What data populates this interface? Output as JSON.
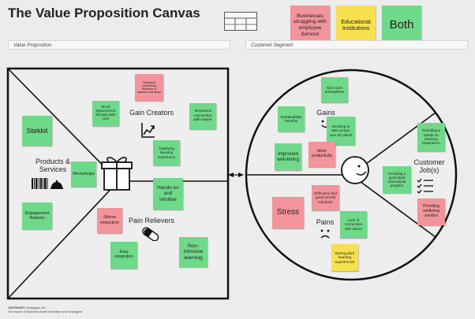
{
  "title": "The Value Proposition Canvas",
  "strips": {
    "left": "Value Proposition",
    "right": "Customer Segment"
  },
  "legend": [
    {
      "text": "Businesses struggling with employee burnout",
      "color": "pink"
    },
    {
      "text": "Educational Institutions",
      "color": "yellow"
    },
    {
      "text": "Both",
      "color": "green"
    }
  ],
  "value_map": {
    "products_label": "Products & Services",
    "gain_creators_label": "Gain Creators",
    "pain_relievers_label": "Pain Relievers",
    "products_notes": [
      {
        "text": "Stekkit",
        "color": "green"
      },
      {
        "text": "Workshops",
        "color": "green"
      },
      {
        "text": "Engagement Natures",
        "color": "green"
      }
    ],
    "gain_creators_notes": [
      {
        "text": "Increased productivity because of reduced sick leave",
        "color": "pink"
      },
      {
        "text": "Mood improvement through plant care",
        "color": "green"
      },
      {
        "text": "Increased connection with nature",
        "color": "green"
      },
      {
        "text": "Satisfying learning experience",
        "color": "green"
      }
    ],
    "pain_relievers_notes": [
      {
        "text": "Hands-on and intuitive",
        "color": "green"
      },
      {
        "text": "Stress reduction",
        "color": "pink"
      },
      {
        "text": "Easy integration",
        "color": "green"
      },
      {
        "text": "Non-intrusive learning",
        "color": "green"
      }
    ]
  },
  "customer_profile": {
    "gains_label": "Gains",
    "pains_label": "Pains",
    "jobs_label": "Customer Job(s)",
    "gains_notes": [
      {
        "text": "Nice work atmosphere",
        "color": "green"
      },
      {
        "text": "Sustainability benefits",
        "color": "green"
      },
      {
        "text": "Knowing to take proper care for plants",
        "color": "green"
      },
      {
        "text": "Improved well-being",
        "color": "green"
      },
      {
        "text": "More productivity",
        "color": "pink"
      }
    ],
    "pains_notes": [
      {
        "text": "Stress",
        "color": "pink"
      },
      {
        "text": "Difficult to find good mental solutions",
        "color": "pink"
      },
      {
        "text": "Lack of connection with nature",
        "color": "green"
      },
      {
        "text": "Boring plant learning experiences",
        "color": "yellow"
      }
    ],
    "jobs_notes": [
      {
        "text": "Providing a hands on learning experience",
        "color": "green"
      },
      {
        "text": "Providing a good plant educational program",
        "color": "green"
      },
      {
        "text": "Providing wellbeing solution",
        "color": "pink"
      }
    ]
  },
  "copyright": {
    "line1_bold": "COPYRIGHT:",
    "line1": "Strategyzer AG",
    "line2": "The makers of Business Model Generation and Strategyzer"
  },
  "colors": {
    "green": "#6fd98a",
    "pink": "#f3939c",
    "yellow": "#f6e04e",
    "background": "#ececec",
    "line": "#111111"
  },
  "icons": [
    "toolbar-window-icon",
    "gift-icon",
    "barcode-icon",
    "bell-icon",
    "growth-chart-icon",
    "pill-icon",
    "smile-icon",
    "frown-icon",
    "checklist-icon",
    "face-icon"
  ]
}
